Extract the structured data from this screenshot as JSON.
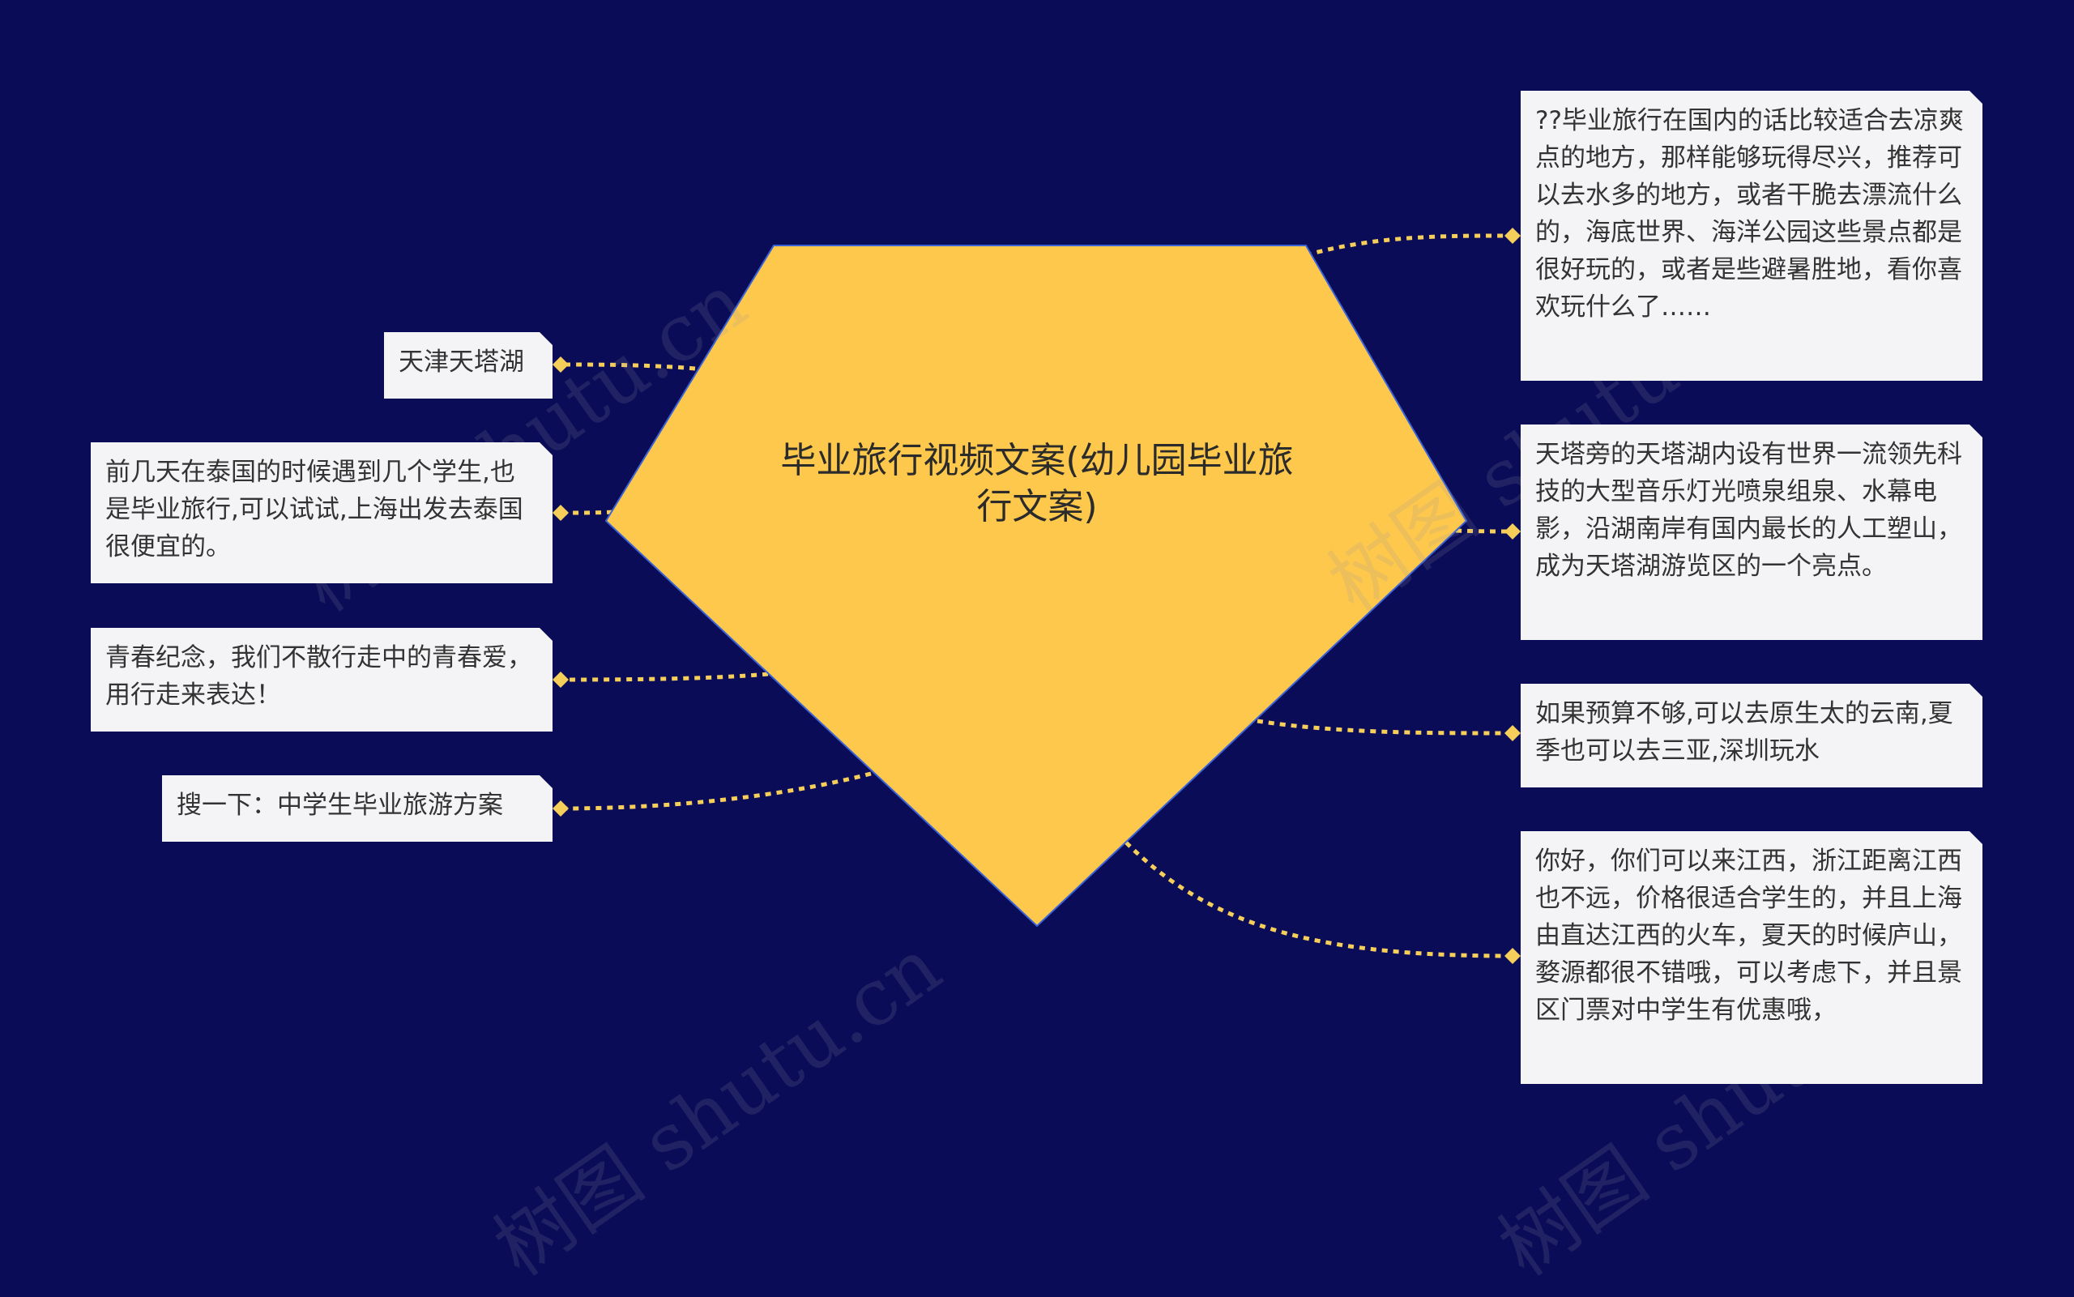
{
  "colors": {
    "background": "#0b0c58",
    "central_fill": "#fdc84c",
    "connector": "#f6cf5a",
    "node_fill": "#f4f4f6"
  },
  "central": {
    "title": "毕业旅行视频文案(幼儿园毕业旅行文案)"
  },
  "left_nodes": [
    {
      "text": "天津天塔湖"
    },
    {
      "text": "前几天在泰国的时候遇到几个学生,也是毕业旅行,可以试试,上海出发去泰国很便宜的。"
    },
    {
      "text": "青春纪念，我们不散行走中的青春爱，用行走来表达！"
    },
    {
      "text": "搜一下：中学生毕业旅游方案"
    }
  ],
  "right_nodes": [
    {
      "text": "??毕业旅行在国内的话比较适合去凉爽点的地方，那样能够玩得尽兴，推荐可以去水多的地方，或者干脆去漂流什么的，海底世界、海洋公园这些景点都是很好玩的，或者是些避暑胜地，看你喜欢玩什么了……"
    },
    {
      "text": "天塔旁的天塔湖内设有世界一流领先科技的大型音乐灯光喷泉组泉、水幕电影，沿湖南岸有国内最长的人工塑山，成为天塔湖游览区的一个亮点。"
    },
    {
      "text": "如果预算不够,可以去原生太的云南,夏季也可以去三亚,深圳玩水"
    },
    {
      "text": "你好，你们可以来江西，浙江距离江西也不远，价格很适合学生的，并且上海由直达江西的火车，夏天的时候庐山，婺源都很不错哦，可以考虑下，并且景区门票对中学生有优惠哦，"
    }
  ],
  "watermark": {
    "text": "树图 shutu.cn"
  }
}
